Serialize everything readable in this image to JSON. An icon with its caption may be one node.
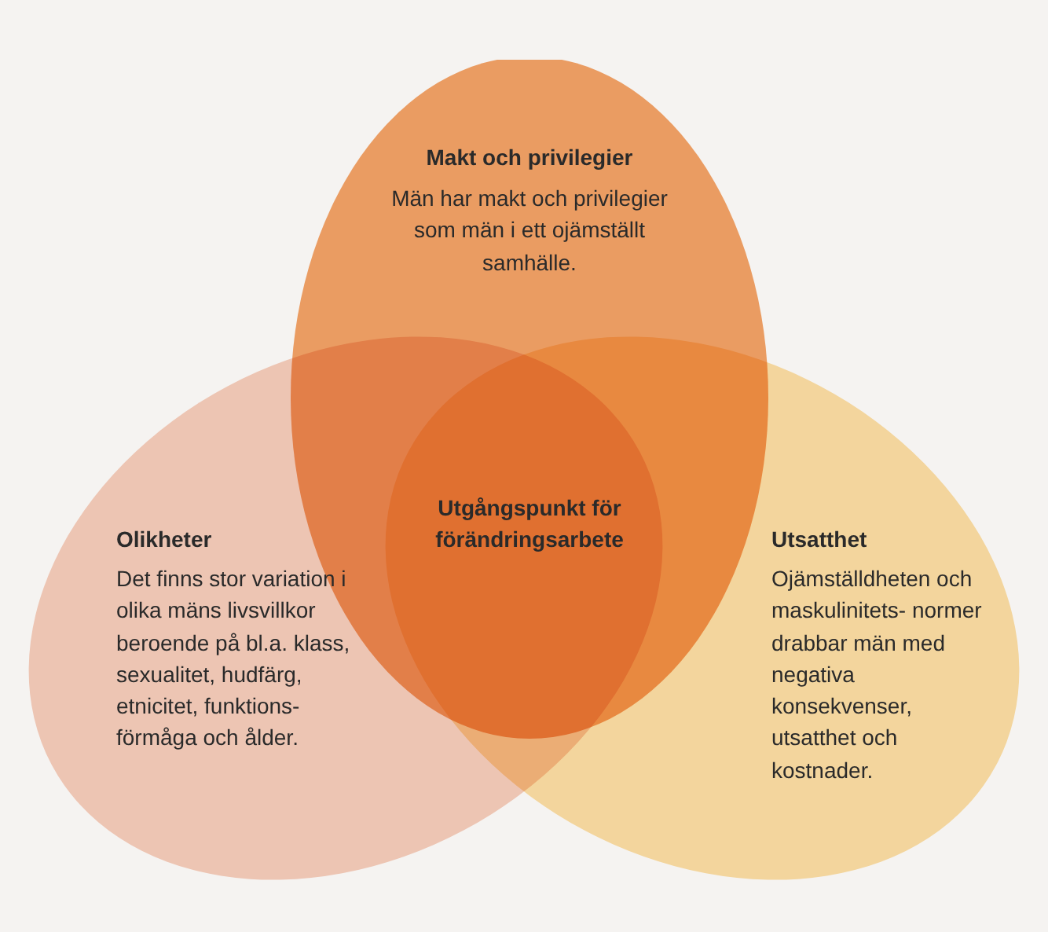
{
  "diagram": {
    "nodes": [
      {
        "text": [
          "Makt och privilegier",
          "Män har makt och privilegier som män i ett ojämställt samhälle."
        ]
      },
      {
        "text": [
          "Olikheter",
          "Det finns stor variation i olika mäns livsvillkor beroende på bl.a. klass, sexualitet, hudfärg, etnicitet, funktions- förmåga och ålder."
        ]
      },
      {
        "text": [
          "Utsatthet",
          "Ojämställdheten och maskulinitets- normer drabbar män med negativa konsekvenser, utsatthet och kostnader."
        ]
      },
      {
        "text": [
          "Utgångspunkt för förändringsarbete"
        ]
      }
    ]
  }
}
